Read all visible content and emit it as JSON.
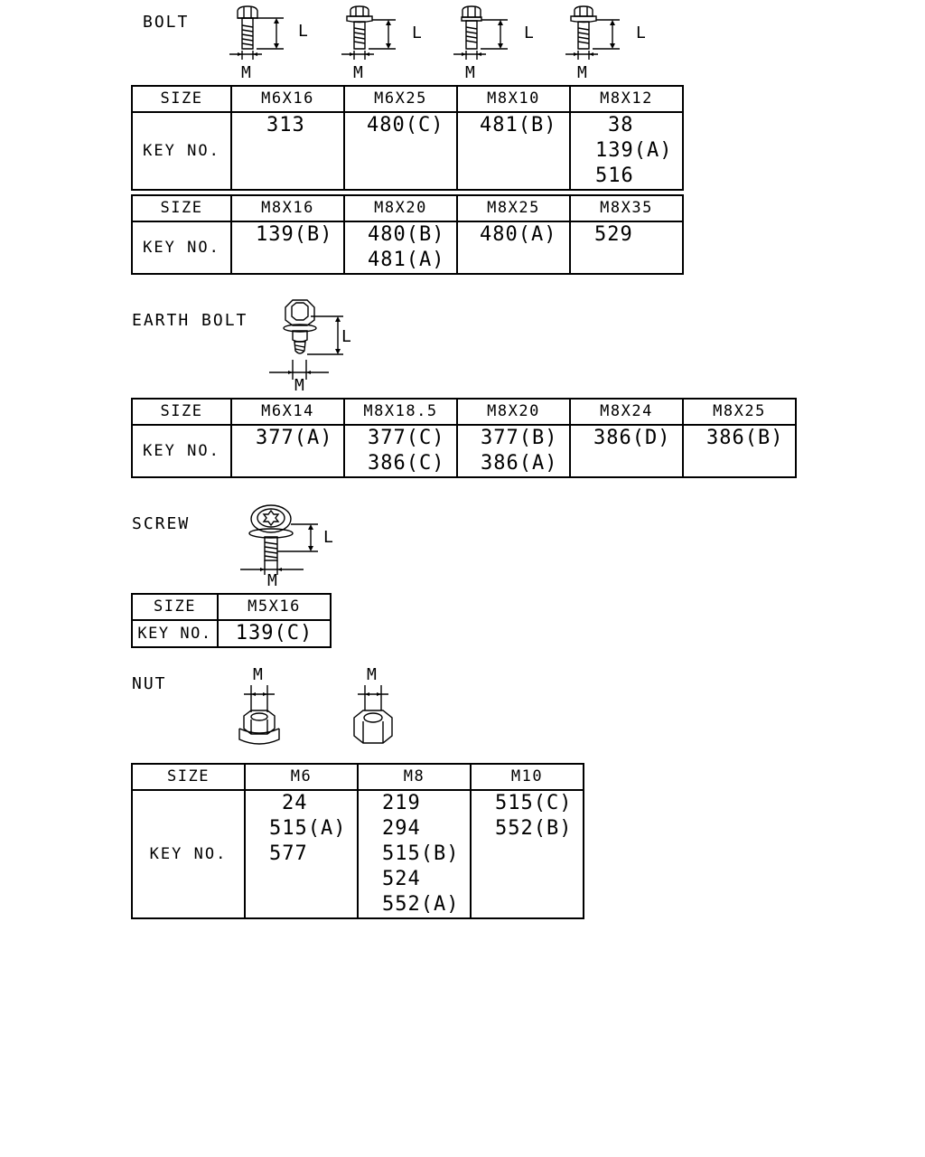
{
  "bolt": {
    "label": "BOLT",
    "dim_l": "L",
    "dim_m": "M",
    "table1": {
      "headers": [
        "SIZE",
        "M6X16",
        "M6X25",
        "M8X10",
        "M8X12"
      ],
      "row_label": "KEY NO.",
      "cells": [
        [
          "313"
        ],
        [
          "480(C)"
        ],
        [
          "481(B)"
        ],
        [
          "38",
          "139(A)",
          "516"
        ]
      ]
    },
    "table2": {
      "headers": [
        "SIZE",
        "M8X16",
        "M8X20",
        "M8X25",
        "M8X35"
      ],
      "row_label": "KEY NO.",
      "cells": [
        [
          "139(B)"
        ],
        [
          "480(B)",
          "481(A)"
        ],
        [
          "480(A)"
        ],
        [
          "529"
        ]
      ]
    }
  },
  "earth_bolt": {
    "label": "EARTH BOLT",
    "dim_l": "L",
    "dim_m": "M",
    "table": {
      "headers": [
        "SIZE",
        "M6X14",
        "M8X18.5",
        "M8X20",
        "M8X24",
        "M8X25"
      ],
      "row_label": "KEY NO.",
      "cells": [
        [
          "377(A)"
        ],
        [
          "377(C)",
          "386(C)"
        ],
        [
          "377(B)",
          "386(A)"
        ],
        [
          "386(D)"
        ],
        [
          "386(B)"
        ]
      ]
    }
  },
  "screw": {
    "label": "SCREW",
    "dim_l": "L",
    "dim_m": "M",
    "table": {
      "headers": [
        "SIZE",
        "M5X16"
      ],
      "row_label": "KEY NO.",
      "cells": [
        [
          "139(C)"
        ]
      ]
    }
  },
  "nut": {
    "label": "NUT",
    "dim_m": "M",
    "table": {
      "headers": [
        "SIZE",
        "M6",
        "M8",
        "M10"
      ],
      "row_label": "KEY NO.",
      "cells": [
        [
          "24",
          "515(A)",
          "577"
        ],
        [
          "219",
          "294",
          "515(B)",
          "524",
          "552(A)"
        ],
        [
          "515(C)",
          "552(B)"
        ]
      ]
    }
  },
  "icons": [
    "hex-bolt-icon",
    "flange-bolt-icon",
    "earth-bolt-icon",
    "torx-screw-icon",
    "flange-nut-icon",
    "hex-nut-icon"
  ]
}
